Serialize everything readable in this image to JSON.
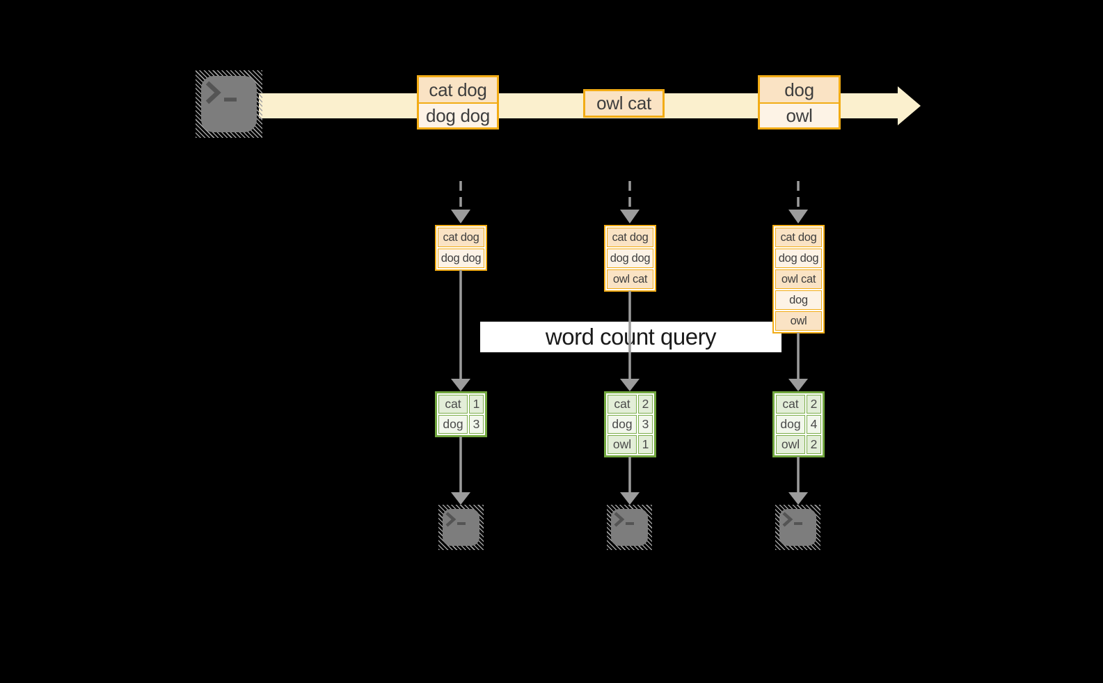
{
  "label_band": {
    "text": "word count query"
  },
  "source": {
    "icon": "terminal-icon"
  },
  "stream": {
    "icon": "arrow-right-icon",
    "events": [
      {
        "rows": [
          "cat dog",
          "dog dog"
        ]
      },
      {
        "rows": [
          "owl cat"
        ]
      },
      {
        "rows": [
          "dog",
          "owl"
        ]
      }
    ]
  },
  "columns": [
    {
      "arrow_icon": "arrow-down-icon",
      "buffer": [
        "cat dog",
        "dog dog"
      ],
      "counts": [
        {
          "word": "cat",
          "count": "1"
        },
        {
          "word": "dog",
          "count": "3"
        }
      ],
      "sink_icon": "terminal-icon"
    },
    {
      "arrow_icon": "arrow-down-icon",
      "buffer": [
        "cat dog",
        "dog dog",
        "owl cat"
      ],
      "counts": [
        {
          "word": "cat",
          "count": "2"
        },
        {
          "word": "dog",
          "count": "3"
        },
        {
          "word": "owl",
          "count": "1"
        }
      ],
      "sink_icon": "terminal-icon"
    },
    {
      "arrow_icon": "arrow-down-icon",
      "buffer": [
        "cat dog",
        "dog dog",
        "owl cat",
        "dog",
        "owl"
      ],
      "counts": [
        {
          "word": "cat",
          "count": "2"
        },
        {
          "word": "dog",
          "count": "4"
        },
        {
          "word": "owl",
          "count": "2"
        }
      ],
      "sink_icon": "terminal-icon"
    }
  ],
  "colors": {
    "background": "#000000",
    "gold": "#F2AC15",
    "stream_fill": "#FBF0CE",
    "cell_peach": "#FAE3C4",
    "cell_cream": "#FDF3E6",
    "green_border": "#72A73F",
    "green_cell_border": "#7CAE4B",
    "green_fill": "#E3EED8",
    "green_fill_light": "#F2F7EC",
    "arrow_gray": "#9C9C9C",
    "terminal_gray": "#7D7D7D",
    "terminal_glyph": "#545454",
    "hatch_gray": "#A0A0A0",
    "text_dark": "#3E3E3E",
    "label_text": "#1A1A1A",
    "band_bg": "#FFFFFF"
  }
}
